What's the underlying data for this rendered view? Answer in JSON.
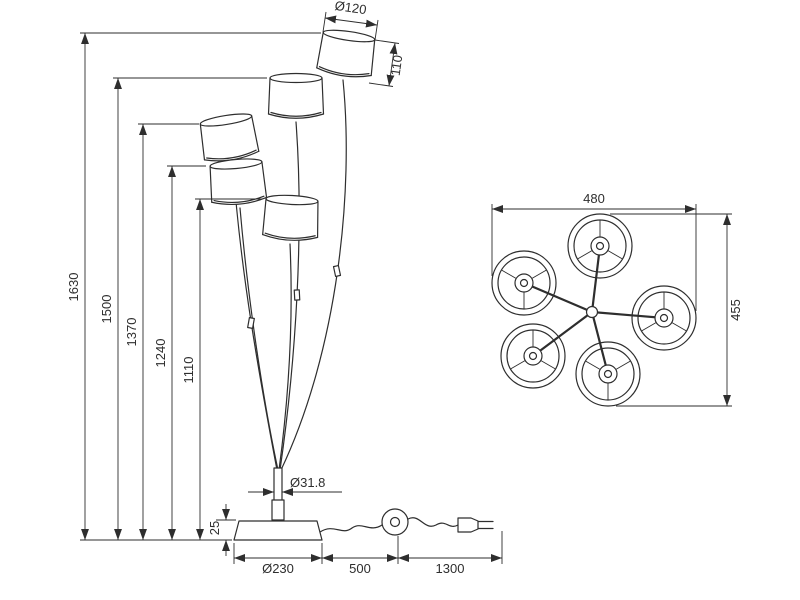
{
  "front_view": {
    "dims": {
      "shade_diameter": "Ø120",
      "shade_height": "110",
      "height_shade_1": "1630",
      "height_shade_2": "1500",
      "height_shade_3": "1370",
      "height_shade_4": "1240",
      "height_shade_5": "1110",
      "pole_diameter": "Ø31.8",
      "base_height": "25",
      "base_diameter": "Ø230",
      "base_to_switch": "500",
      "switch_to_plug": "1300"
    }
  },
  "top_view": {
    "dims": {
      "overall_width": "480",
      "overall_depth": "455"
    }
  }
}
